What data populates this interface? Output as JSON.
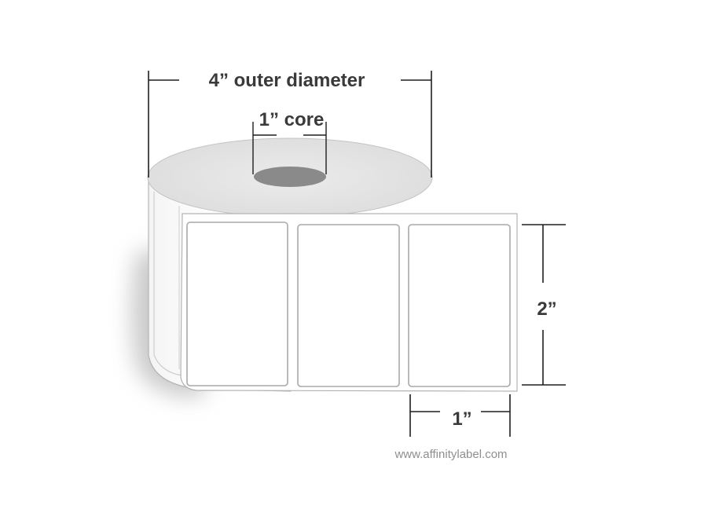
{
  "dimensions": {
    "outer_diameter_label": "4” outer diameter",
    "core_label": "1” core",
    "label_height": "2”",
    "label_width": "1”"
  },
  "watermark": {
    "url_text": "www.affinitylabel.com"
  },
  "colors": {
    "dimension_text": "#3a3a3a",
    "dimension_line": "#1f1f1f",
    "roll_top": "#e2e2e2",
    "core_hole": "#8a8a8a",
    "label_border": "#a9a9a9",
    "watermark": "#8f8f8f"
  }
}
